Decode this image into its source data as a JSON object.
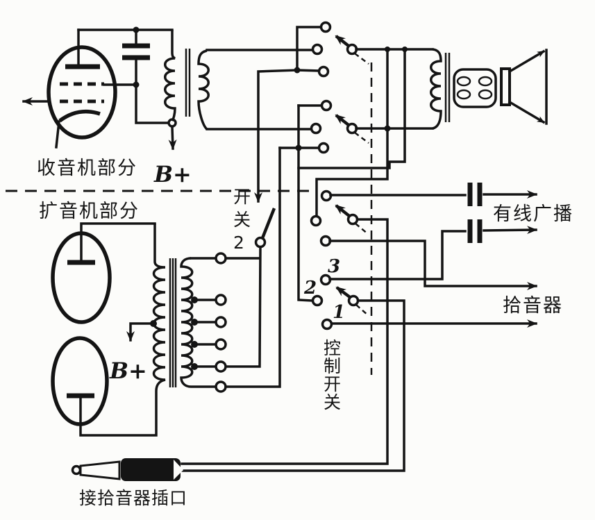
{
  "colors": {
    "ink": "#141414",
    "paper": "#fcfcfa"
  },
  "labels": {
    "radio_section": "收音机部分",
    "amp_section": "扩音机部分",
    "b_plus_radio": "B+",
    "b_plus_amp": "B+",
    "switch_2": "开关2",
    "control_switch": "控制开关",
    "wired_broadcast": "有线广播",
    "pickup": "拾音器",
    "pickup_jack": "接拾音器插口",
    "position_1": "1",
    "position_2": "2",
    "position_3": "3"
  }
}
